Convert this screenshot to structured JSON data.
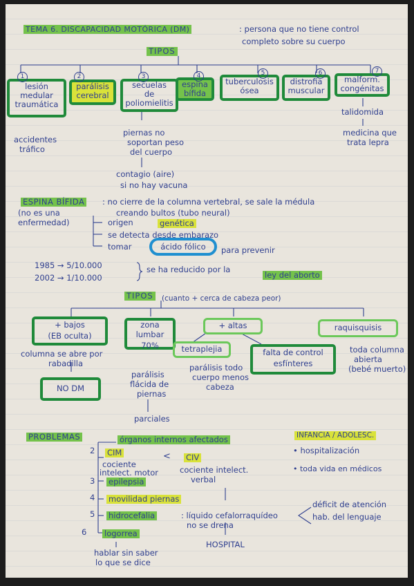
{
  "header": {
    "title": "TEMA 6. DISCAPACIDAD MOTÓRICA (DM)",
    "definition_1": ": persona que no tiene control",
    "definition_2": "completo sobre su cuerpo"
  },
  "tipos_1": {
    "label": "TIPOS",
    "items": [
      {
        "num": "1",
        "label_1": "lesión",
        "label_2": "medular",
        "label_3": "traumática"
      },
      {
        "num": "2",
        "label_1": "parálisis",
        "label_2": "cerebral"
      },
      {
        "num": "3",
        "label_1": "secuelas",
        "label_2": "de",
        "label_3": "poliomielitis"
      },
      {
        "num": "4",
        "label_1": "espina",
        "label_2": "bífida"
      },
      {
        "num": "5",
        "label_1": "tuberculosis",
        "label_2": "ósea"
      },
      {
        "num": "6",
        "label_1": "distrofia",
        "label_2": "muscular"
      },
      {
        "num": "7",
        "label_1": "malform.",
        "label_2": "congénitas"
      }
    ],
    "lesion_cause_1": "accidentes",
    "lesion_cause_2": "tráfico",
    "polio_desc_1": "piernas no",
    "polio_desc_2": "soportan peso",
    "polio_desc_3": "del cuerpo",
    "polio_cause_1": "contagio (aire)",
    "polio_cause_2": "si no hay vacuna",
    "malform_cause": "talidomida",
    "malform_desc_1": "medicina que",
    "malform_desc_2": "trata lepra"
  },
  "espina": {
    "title": "ESPINA BÍFIDA",
    "note_1": "(no es una",
    "note_2": "enfermedad)",
    "def_1": ": no cierre de la columna vertebral, se sale la médula",
    "def_2": "creando bultos (tubo neural)",
    "origen_prefix": "origen",
    "origen_value": "genética",
    "detecta": "se detecta desde embarazo",
    "tomar_prefix": "tomar",
    "tomar_value": "ácido fólico",
    "tomar_suffix": "para prevenir",
    "stat_1": "1985 → 5/10.000",
    "stat_2": "2002 → 1/10.000",
    "stat_reason_prefix": "se ha reducido por la",
    "stat_reason_value": "ley del aborto"
  },
  "tipos_2": {
    "label": "TIPOS",
    "note": "(cuanto + cerca de cabeza peor)",
    "bajos_1": "+ bajos",
    "bajos_2": "(EB oculta)",
    "bajos_desc_1": "columna se abre por",
    "bajos_desc_2": "rabadilla",
    "no_dm": "NO DM",
    "zona_1": "zona",
    "zona_2": "lumbar",
    "zona_3": "70%",
    "zona_desc_1": "parálisis",
    "zona_desc_2": "flácida de",
    "zona_desc_3": "piernas",
    "zona_desc_4": "parciales",
    "altas": "+ altas",
    "tetraplejia": "tetraplejia",
    "tetra_desc_1": "parálisis todo",
    "tetra_desc_2": "cuerpo menos",
    "tetra_desc_3": "cabeza",
    "falta_1": "falta de control",
    "falta_2": "esfínteres",
    "raqui": "raquisquisis",
    "raqui_desc_1": "toda columna",
    "raqui_desc_2": "abierta",
    "raqui_desc_3": "(bebé muerto)"
  },
  "problemas": {
    "title": "PROBLEMAS",
    "n2": "2",
    "n3": "3",
    "n4": "4",
    "n5": "5",
    "n6": "6",
    "organos": "órganos internos afectados",
    "cim": "CIM",
    "lt": "<",
    "civ": "CIV",
    "cim_desc_1": "cociente",
    "cim_desc_2": "intelect. motor",
    "civ_desc_1": "cociente intelect.",
    "civ_desc_2": "verbal",
    "epilepsia": "epilepsia",
    "movilidad": "movilidad piernas",
    "hidro": "hidrocefalia",
    "hidro_desc_1": ": líquido cefalorraquídeo",
    "hidro_desc_2": "no se drena",
    "hospital": "HOSPITAL",
    "deficit_1": "déficit de atención",
    "deficit_2": "hab. del lenguaje",
    "logorrea": "logorrea",
    "logorrea_desc_1": "hablar sin saber",
    "logorrea_desc_2": "lo que se dice"
  },
  "infancia": {
    "title": "INFANCIA / ADOLESC.",
    "item_1": "• hospitalización",
    "item_2": "• toda vida en médicos"
  }
}
